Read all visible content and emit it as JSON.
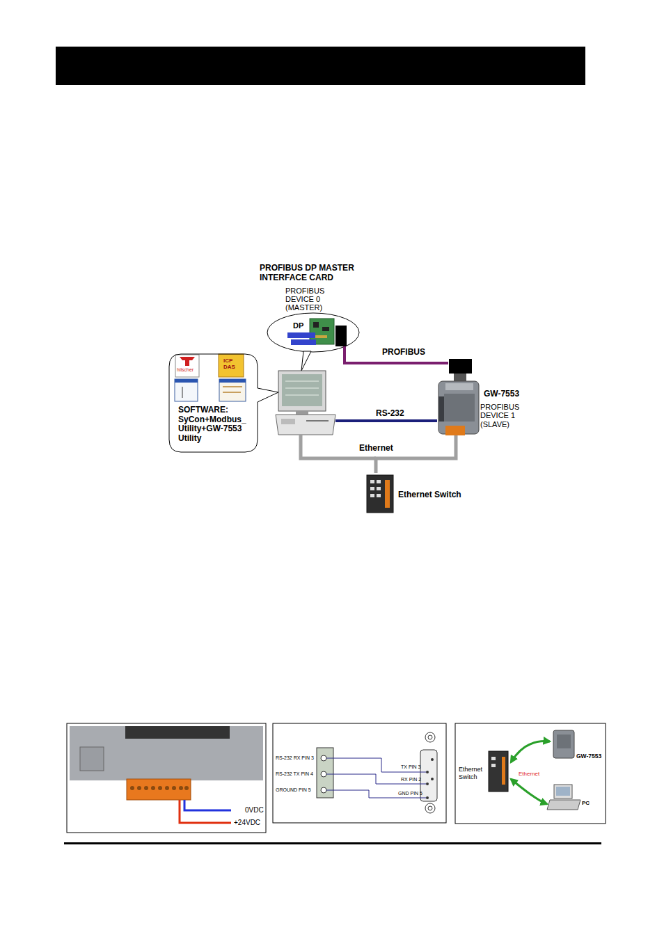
{
  "diagram": {
    "nodes": [
      {
        "text": [
          "SOFTWARE: SyCon+Modbus_ Utility+GW-7553 Utility"
        ]
      },
      {
        "text": [
          "PROFIBUS DP MASTER INTERFACE CARD",
          "PROFIBUS DEVICE 0 (MASTER)"
        ]
      },
      {
        "text": [
          "GW-7553",
          "PROFIBUS DEVICE 1 (SLAVE)"
        ]
      },
      {
        "text": [
          "Ethernet Switch"
        ]
      }
    ],
    "edges": [
      {
        "from": 1,
        "to": 2,
        "arrow": "none",
        "label": "PROFIBUS"
      },
      {
        "from": 3,
        "to": 2,
        "arrow": "none",
        "label": "Ethernet"
      }
    ],
    "labels": [
      "hilscher",
      "ICP DAS",
      "DP",
      "RS-232",
      "0VDC",
      "+24VDC",
      "RS-232 RX PIN 3",
      "RS-232 TX PIN 4",
      "GROUND PIN 5",
      "TX PIN 3",
      "RX PIN 2",
      "GND PIN 5",
      "Ethernet Switch",
      "GW-7553",
      "Ethernet",
      "PC"
    ]
  }
}
